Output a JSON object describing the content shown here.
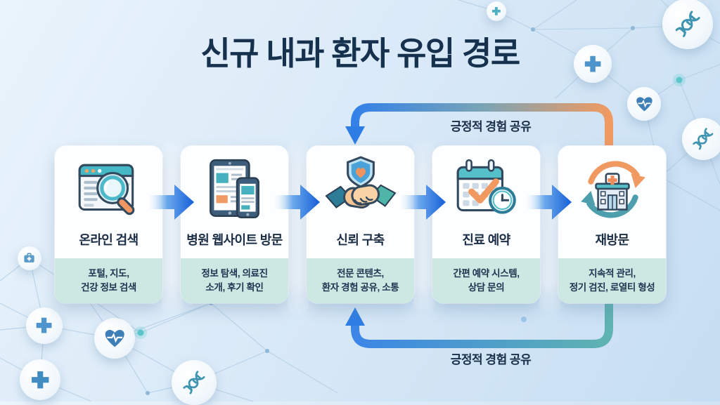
{
  "title": "신규 내과 환자 유입 경로",
  "loops": {
    "top": {
      "label": "긍정적 경험 공유"
    },
    "bottom": {
      "label": "긍정적 경험 공유"
    }
  },
  "steps": [
    {
      "title": "온라인 검색",
      "desc1": "포털, 지도,",
      "desc2": "건강 정보 검색",
      "icon": "browser-search-icon"
    },
    {
      "title": "병원 웹사이트 방문",
      "desc1": "정보 탐색, 의료진",
      "desc2": "소개, 후기 확인",
      "icon": "tablet-phone-website-icon"
    },
    {
      "title": "신뢰 구축",
      "desc1": "전문 콘텐츠,",
      "desc2": "환자 경험 공유, 소통",
      "icon": "handshake-shield-heart-icon"
    },
    {
      "title": "진료 예약",
      "desc1": "간편 예약 시스템,",
      "desc2": "상담 문의",
      "icon": "calendar-check-clock-icon"
    },
    {
      "title": "재방문",
      "desc1": "지속적 관리,",
      "desc2": "정기 검진, 로열티 형성",
      "icon": "hospital-revisit-cycle-icon"
    }
  ],
  "decorative_icons": [
    "medical-cross-icon",
    "heartbeat-heart-icon",
    "dna-icon",
    "first-aid-kit-icon"
  ],
  "colors": {
    "title_navy": "#16314e",
    "arrow_blue": "#1a63dc",
    "loop_blue": "#3381e8",
    "loop_orange": "#f09a62",
    "loop_teal": "#57aeac",
    "card_mint": "#cde8e2",
    "icon_teal": "#4cb9ca",
    "icon_orange": "#f09a62",
    "background_blue": "#d8e9f7"
  }
}
